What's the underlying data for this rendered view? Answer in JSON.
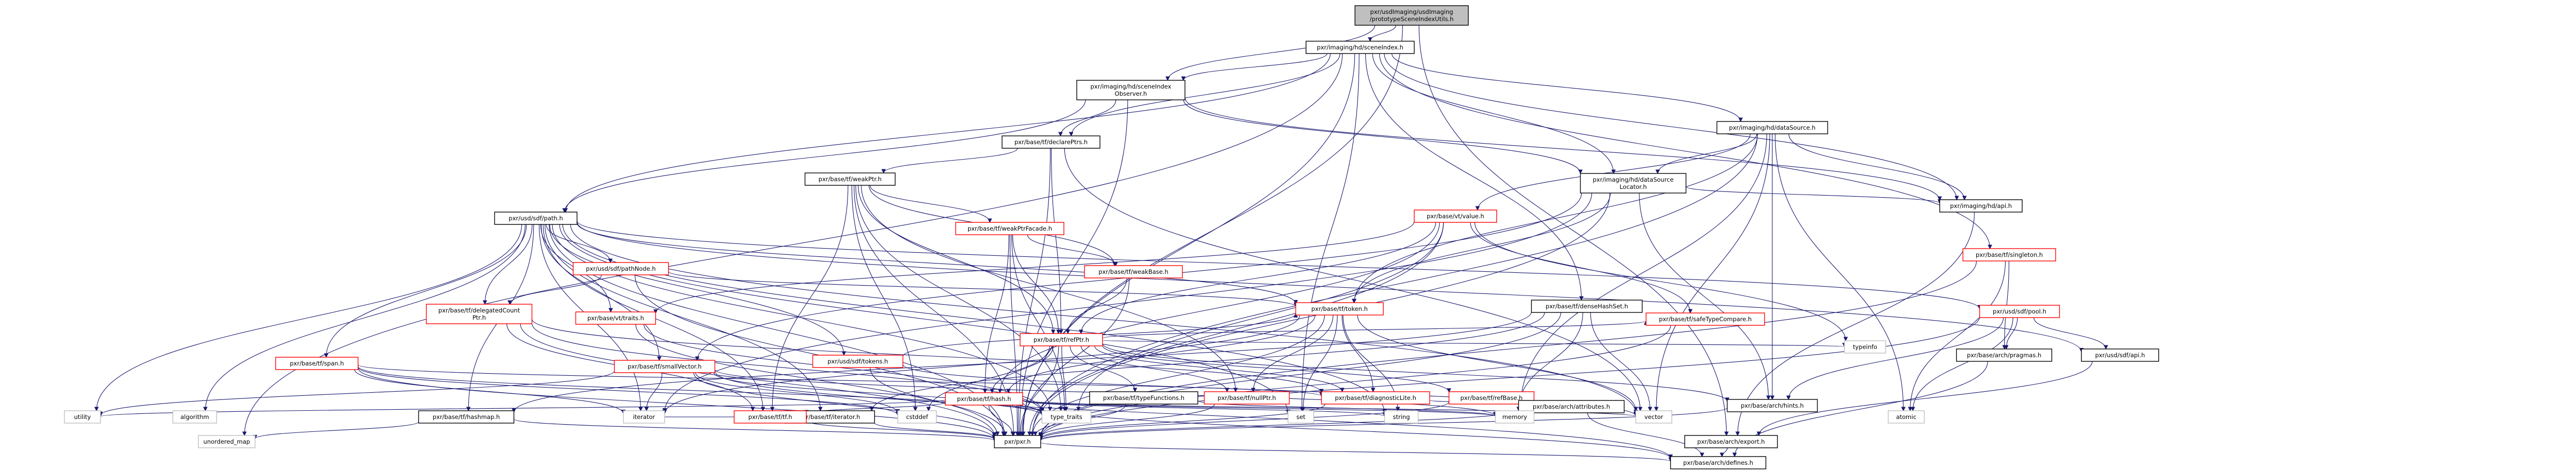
{
  "colors": {
    "root_fill": "#bfbfbf",
    "node_fill": "#ffffff",
    "system_border": "#bfbfbf",
    "red_border": "#ff0000",
    "black_border": "#000000",
    "edge": "#191970"
  },
  "nodes": [
    {
      "id": "root",
      "lines": [
        "pxr/usdImaging/usdImaging",
        "/prototypeSceneIndexUtils.h"
      ],
      "style": "root"
    },
    {
      "id": "sceneIndex",
      "lines": [
        "pxr/imaging/hd/sceneIndex.h"
      ],
      "style": "black"
    },
    {
      "id": "sceneIndexObserver",
      "lines": [
        "pxr/imaging/hd/sceneIndex",
        "Observer.h"
      ],
      "style": "black"
    },
    {
      "id": "declarePtrs",
      "lines": [
        "pxr/base/tf/declarePtrs.h"
      ],
      "style": "black"
    },
    {
      "id": "weakPtr",
      "lines": [
        "pxr/base/tf/weakPtr.h"
      ],
      "style": "black"
    },
    {
      "id": "weakPtrFacade",
      "lines": [
        "pxr/base/tf/weakPtrFacade.h"
      ],
      "style": "red"
    },
    {
      "id": "weakBase",
      "lines": [
        "pxr/base/tf/weakBase.h"
      ],
      "style": "red"
    },
    {
      "id": "refPtr",
      "lines": [
        "pxr/base/tf/refPtr.h"
      ],
      "style": "red"
    },
    {
      "id": "sdfPath",
      "lines": [
        "pxr/usd/sdf/path.h"
      ],
      "style": "black"
    },
    {
      "id": "pathNode",
      "lines": [
        "pxr/usd/sdf/pathNode.h"
      ],
      "style": "red"
    },
    {
      "id": "delegatedCount",
      "lines": [
        "pxr/base/tf/delegatedCount",
        "Ptr.h"
      ],
      "style": "red"
    },
    {
      "id": "span",
      "lines": [
        "pxr/base/tf/span.h"
      ],
      "style": "red"
    },
    {
      "id": "vtTraits",
      "lines": [
        "pxr/base/vt/traits.h"
      ],
      "style": "red"
    },
    {
      "id": "sdfTokens",
      "lines": [
        "pxr/usd/sdf/tokens.h"
      ],
      "style": "red"
    },
    {
      "id": "smallVector",
      "lines": [
        "pxr/base/tf/smallVector.h"
      ],
      "style": "red"
    },
    {
      "id": "tfToken",
      "lines": [
        "pxr/base/tf/token.h"
      ],
      "style": "red"
    },
    {
      "id": "tfHash",
      "lines": [
        "pxr/base/tf/hash.h"
      ],
      "style": "red"
    },
    {
      "id": "typeFunctions",
      "lines": [
        "pxr/base/tf/typeFunctions.h"
      ],
      "style": "black"
    },
    {
      "id": "nullPtr",
      "lines": [
        "pxr/base/tf/nullPtr.h"
      ],
      "style": "red"
    },
    {
      "id": "diagnosticLite",
      "lines": [
        "pxr/base/tf/diagnosticLite.h"
      ],
      "style": "red"
    },
    {
      "id": "refBase",
      "lines": [
        "pxr/base/tf/refBase.h"
      ],
      "style": "red"
    },
    {
      "id": "safeTypeCompare",
      "lines": [
        "pxr/base/tf/safeTypeCompare.h"
      ],
      "style": "red"
    },
    {
      "id": "denseHashSet",
      "lines": [
        "pxr/base/tf/denseHashSet.h"
      ],
      "style": "black"
    },
    {
      "id": "dataSource",
      "lines": [
        "pxr/imaging/hd/dataSource.h"
      ],
      "style": "black"
    },
    {
      "id": "dataSourceLocator",
      "lines": [
        "pxr/imaging/hd/dataSource",
        "Locator.h"
      ],
      "style": "black"
    },
    {
      "id": "vtValue",
      "lines": [
        "pxr/base/vt/value.h"
      ],
      "style": "red"
    },
    {
      "id": "hdApi",
      "lines": [
        "pxr/imaging/hd/api.h"
      ],
      "style": "black"
    },
    {
      "id": "singleton",
      "lines": [
        "pxr/base/tf/singleton.h"
      ],
      "style": "red"
    },
    {
      "id": "sdfPool",
      "lines": [
        "pxr/usd/sdf/pool.h"
      ],
      "style": "red"
    },
    {
      "id": "sdfApi",
      "lines": [
        "pxr/usd/sdf/api.h"
      ],
      "style": "black"
    },
    {
      "id": "tfIterator",
      "lines": [
        "pxr/base/tf/iterator.h"
      ],
      "style": "black"
    },
    {
      "id": "hashmap",
      "lines": [
        "pxr/base/tf/hashmap.h"
      ],
      "style": "black"
    },
    {
      "id": "tfTf",
      "lines": [
        "pxr/base/tf/tf.h"
      ],
      "style": "red"
    },
    {
      "id": "attributes",
      "lines": [
        "pxr/base/arch/attributes.h"
      ],
      "style": "black"
    },
    {
      "id": "hints",
      "lines": [
        "pxr/base/arch/hints.h"
      ],
      "style": "black"
    },
    {
      "id": "pragmas",
      "lines": [
        "pxr/base/arch/pragmas.h"
      ],
      "style": "black"
    },
    {
      "id": "pxr",
      "lines": [
        "pxr/pxr.h"
      ],
      "style": "black"
    },
    {
      "id": "archExport",
      "lines": [
        "pxr/base/arch/export.h"
      ],
      "style": "black"
    },
    {
      "id": "archDefines",
      "lines": [
        "pxr/base/arch/defines.h"
      ],
      "style": "black"
    },
    {
      "id": "unordered_map",
      "lines": [
        "unordered_map"
      ],
      "style": "system"
    },
    {
      "id": "utility",
      "lines": [
        "utility"
      ],
      "style": "system"
    },
    {
      "id": "algorithm",
      "lines": [
        "algorithm"
      ],
      "style": "system"
    },
    {
      "id": "iterator",
      "lines": [
        "iterator"
      ],
      "style": "system"
    },
    {
      "id": "cstddef",
      "lines": [
        "cstddef"
      ],
      "style": "system"
    },
    {
      "id": "type_traits",
      "lines": [
        "type_traits"
      ],
      "style": "system"
    },
    {
      "id": "set",
      "lines": [
        "set"
      ],
      "style": "system"
    },
    {
      "id": "string",
      "lines": [
        "string"
      ],
      "style": "system"
    },
    {
      "id": "memory",
      "lines": [
        "memory"
      ],
      "style": "system"
    },
    {
      "id": "vector",
      "lines": [
        "vector"
      ],
      "style": "system"
    },
    {
      "id": "atomic",
      "lines": [
        "atomic"
      ],
      "style": "system"
    },
    {
      "id": "typeinfo",
      "lines": [
        "typeinfo"
      ],
      "style": "system"
    }
  ],
  "edges": [
    [
      "root",
      "sceneIndex"
    ],
    [
      "root",
      "sceneIndexObserver"
    ],
    [
      "root",
      "pxr"
    ],
    [
      "root",
      "archExport"
    ],
    [
      "sceneIndex",
      "sceneIndexObserver"
    ],
    [
      "sceneIndex",
      "declarePtrs"
    ],
    [
      "sceneIndex",
      "sdfPath"
    ],
    [
      "sceneIndex",
      "dataSource"
    ],
    [
      "sceneIndex",
      "dataSourceLocator"
    ],
    [
      "sceneIndex",
      "hdApi"
    ],
    [
      "sceneIndex",
      "denseHashSet"
    ],
    [
      "sceneIndex",
      "singleton"
    ],
    [
      "sceneIndex",
      "set"
    ],
    [
      "sceneIndex",
      "unordered_map"
    ],
    [
      "sceneIndex",
      "pxr"
    ],
    [
      "sceneIndexObserver",
      "declarePtrs"
    ],
    [
      "sceneIndexObserver",
      "dataSourceLocator"
    ],
    [
      "sceneIndexObserver",
      "hdApi"
    ],
    [
      "sceneIndexObserver",
      "sdfPath"
    ],
    [
      "sceneIndexObserver",
      "pxr"
    ],
    [
      "declarePtrs",
      "weakPtr"
    ],
    [
      "declarePtrs",
      "refPtr"
    ],
    [
      "declarePtrs",
      "vector"
    ],
    [
      "declarePtrs",
      "pxr"
    ],
    [
      "weakPtr",
      "weakPtrFacade"
    ],
    [
      "weakPtr",
      "weakBase"
    ],
    [
      "weakPtr",
      "refPtr"
    ],
    [
      "weakPtr",
      "nullPtr"
    ],
    [
      "weakPtr",
      "tfTf"
    ],
    [
      "weakPtr",
      "cstddef"
    ],
    [
      "weakPtr",
      "type_traits"
    ],
    [
      "weakPtr",
      "pxr"
    ],
    [
      "weakPtrFacade",
      "weakBase"
    ],
    [
      "weakPtrFacade",
      "refPtr"
    ],
    [
      "weakPtrFacade",
      "tfHash"
    ],
    [
      "weakPtrFacade",
      "type_traits"
    ],
    [
      "weakPtrFacade",
      "pxr"
    ],
    [
      "weakBase",
      "refPtr"
    ],
    [
      "weakBase",
      "pxr"
    ],
    [
      "refPtr",
      "tfHash"
    ],
    [
      "refPtr",
      "typeFunctions"
    ],
    [
      "refPtr",
      "nullPtr"
    ],
    [
      "refPtr",
      "diagnosticLite"
    ],
    [
      "refPtr",
      "refBase"
    ],
    [
      "refPtr",
      "safeTypeCompare"
    ],
    [
      "refPtr",
      "hints"
    ],
    [
      "refPtr",
      "typeinfo"
    ],
    [
      "refPtr",
      "type_traits"
    ],
    [
      "refPtr",
      "cstddef"
    ],
    [
      "refPtr",
      "pxr"
    ],
    [
      "sdfPath",
      "pathNode"
    ],
    [
      "sdfPath",
      "delegatedCount"
    ],
    [
      "sdfPath",
      "span"
    ],
    [
      "sdfPath",
      "vtTraits"
    ],
    [
      "sdfPath",
      "sdfTokens"
    ],
    [
      "sdfPath",
      "smallVector"
    ],
    [
      "sdfPath",
      "tfToken"
    ],
    [
      "sdfPath",
      "tfIterator"
    ],
    [
      "sdfPath",
      "hashmap"
    ],
    [
      "sdfPath",
      "sdfPool"
    ],
    [
      "sdfPath",
      "sdfApi"
    ],
    [
      "sdfPath",
      "utility"
    ],
    [
      "sdfPath",
      "algorithm"
    ],
    [
      "sdfPath",
      "iterator"
    ],
    [
      "sdfPath",
      "set"
    ],
    [
      "sdfPath",
      "string"
    ],
    [
      "sdfPath",
      "type_traits"
    ],
    [
      "sdfPath",
      "vector"
    ],
    [
      "sdfPath",
      "pxr"
    ],
    [
      "sdfPath",
      "tfTf"
    ],
    [
      "pathNode",
      "delegatedCount"
    ],
    [
      "pathNode",
      "tfToken"
    ],
    [
      "pathNode",
      "pxr"
    ],
    [
      "delegatedCount",
      "diagnosticLite"
    ],
    [
      "delegatedCount",
      "tfTf"
    ],
    [
      "delegatedCount",
      "type_traits"
    ],
    [
      "delegatedCount",
      "pxr"
    ],
    [
      "span",
      "diagnosticLite"
    ],
    [
      "span",
      "cstddef"
    ],
    [
      "span",
      "iterator"
    ],
    [
      "span",
      "type_traits"
    ],
    [
      "span",
      "pxr"
    ],
    [
      "vtTraits",
      "type_traits"
    ],
    [
      "vtTraits",
      "pxr"
    ],
    [
      "sdfTokens",
      "tfToken"
    ],
    [
      "sdfTokens",
      "vector"
    ],
    [
      "sdfTokens",
      "pxr"
    ],
    [
      "smallVector",
      "memory"
    ],
    [
      "smallVector",
      "utility"
    ],
    [
      "smallVector",
      "iterator"
    ],
    [
      "smallVector",
      "type_traits"
    ],
    [
      "smallVector",
      "cstddef"
    ],
    [
      "smallVector",
      "pxr"
    ],
    [
      "smallVector",
      "archDefines"
    ],
    [
      "tfToken",
      "tfHash"
    ],
    [
      "tfToken",
      "diagnosticLite"
    ],
    [
      "tfToken",
      "string"
    ],
    [
      "tfToken",
      "vector"
    ],
    [
      "tfToken",
      "set"
    ],
    [
      "tfToken",
      "iterator"
    ],
    [
      "tfToken",
      "pxr"
    ],
    [
      "tfToken",
      "nullPtr"
    ],
    [
      "tfHash",
      "tfTf"
    ],
    [
      "tfHash",
      "memory"
    ],
    [
      "tfHash",
      "string"
    ],
    [
      "tfHash",
      "type_traits"
    ],
    [
      "tfHash",
      "utility"
    ],
    [
      "tfHash",
      "vector"
    ],
    [
      "tfHash",
      "pxr"
    ],
    [
      "tfHash",
      "archDefines"
    ],
    [
      "typeFunctions",
      "memory"
    ],
    [
      "typeFunctions",
      "pxr"
    ],
    [
      "nullPtr",
      "pxr"
    ],
    [
      "diagnosticLite",
      "attributes"
    ],
    [
      "diagnosticLite",
      "pxr"
    ],
    [
      "refBase",
      "pxr"
    ],
    [
      "safeTypeCompare",
      "pxr"
    ],
    [
      "denseHashSet",
      "hashmap"
    ],
    [
      "denseHashSet",
      "tfIterator"
    ],
    [
      "denseHashSet",
      "memory"
    ],
    [
      "denseHashSet",
      "vector"
    ],
    [
      "denseHashSet",
      "pxr"
    ],
    [
      "dataSource",
      "dataSourceLocator"
    ],
    [
      "dataSource",
      "hdApi"
    ],
    [
      "dataSource",
      "tfToken"
    ],
    [
      "dataSource",
      "vtValue"
    ],
    [
      "dataSource",
      "atomic"
    ],
    [
      "dataSource",
      "vector"
    ],
    [
      "dataSource",
      "pxr"
    ],
    [
      "dataSource",
      "memory"
    ],
    [
      "dataSource",
      "hints"
    ],
    [
      "dataSourceLocator",
      "hdApi"
    ],
    [
      "dataSourceLocator",
      "tfToken"
    ],
    [
      "dataSourceLocator",
      "smallVector"
    ],
    [
      "dataSourceLocator",
      "hints"
    ],
    [
      "dataSourceLocator",
      "iterator"
    ],
    [
      "dataSourceLocator",
      "pxr"
    ],
    [
      "vtValue",
      "tfHash"
    ],
    [
      "vtValue",
      "refPtr"
    ],
    [
      "vtValue",
      "safeTypeCompare"
    ],
    [
      "vtValue",
      "vtTraits"
    ],
    [
      "vtValue",
      "typeinfo"
    ],
    [
      "vtValue",
      "type_traits"
    ],
    [
      "vtValue",
      "pxr"
    ],
    [
      "hdApi",
      "archExport"
    ],
    [
      "singleton",
      "pragmas"
    ],
    [
      "singleton",
      "atomic"
    ],
    [
      "singleton",
      "pxr"
    ],
    [
      "sdfPool",
      "sdfApi"
    ],
    [
      "sdfPool",
      "pragmas"
    ],
    [
      "sdfPool",
      "hints"
    ],
    [
      "sdfPool",
      "atomic"
    ],
    [
      "sdfPool",
      "pxr"
    ],
    [
      "sdfApi",
      "archExport"
    ],
    [
      "tfIterator",
      "iterator"
    ],
    [
      "tfIterator",
      "pxr"
    ],
    [
      "hashmap",
      "unordered_map"
    ],
    [
      "hashmap",
      "pxr"
    ],
    [
      "tfTf",
      "pxr"
    ],
    [
      "attributes",
      "archDefines"
    ],
    [
      "attributes",
      "pxr"
    ],
    [
      "hints",
      "pxr"
    ],
    [
      "pragmas",
      "archDefines"
    ],
    [
      "pxr",
      "archDefines"
    ],
    [
      "archExport",
      "archDefines"
    ]
  ]
}
